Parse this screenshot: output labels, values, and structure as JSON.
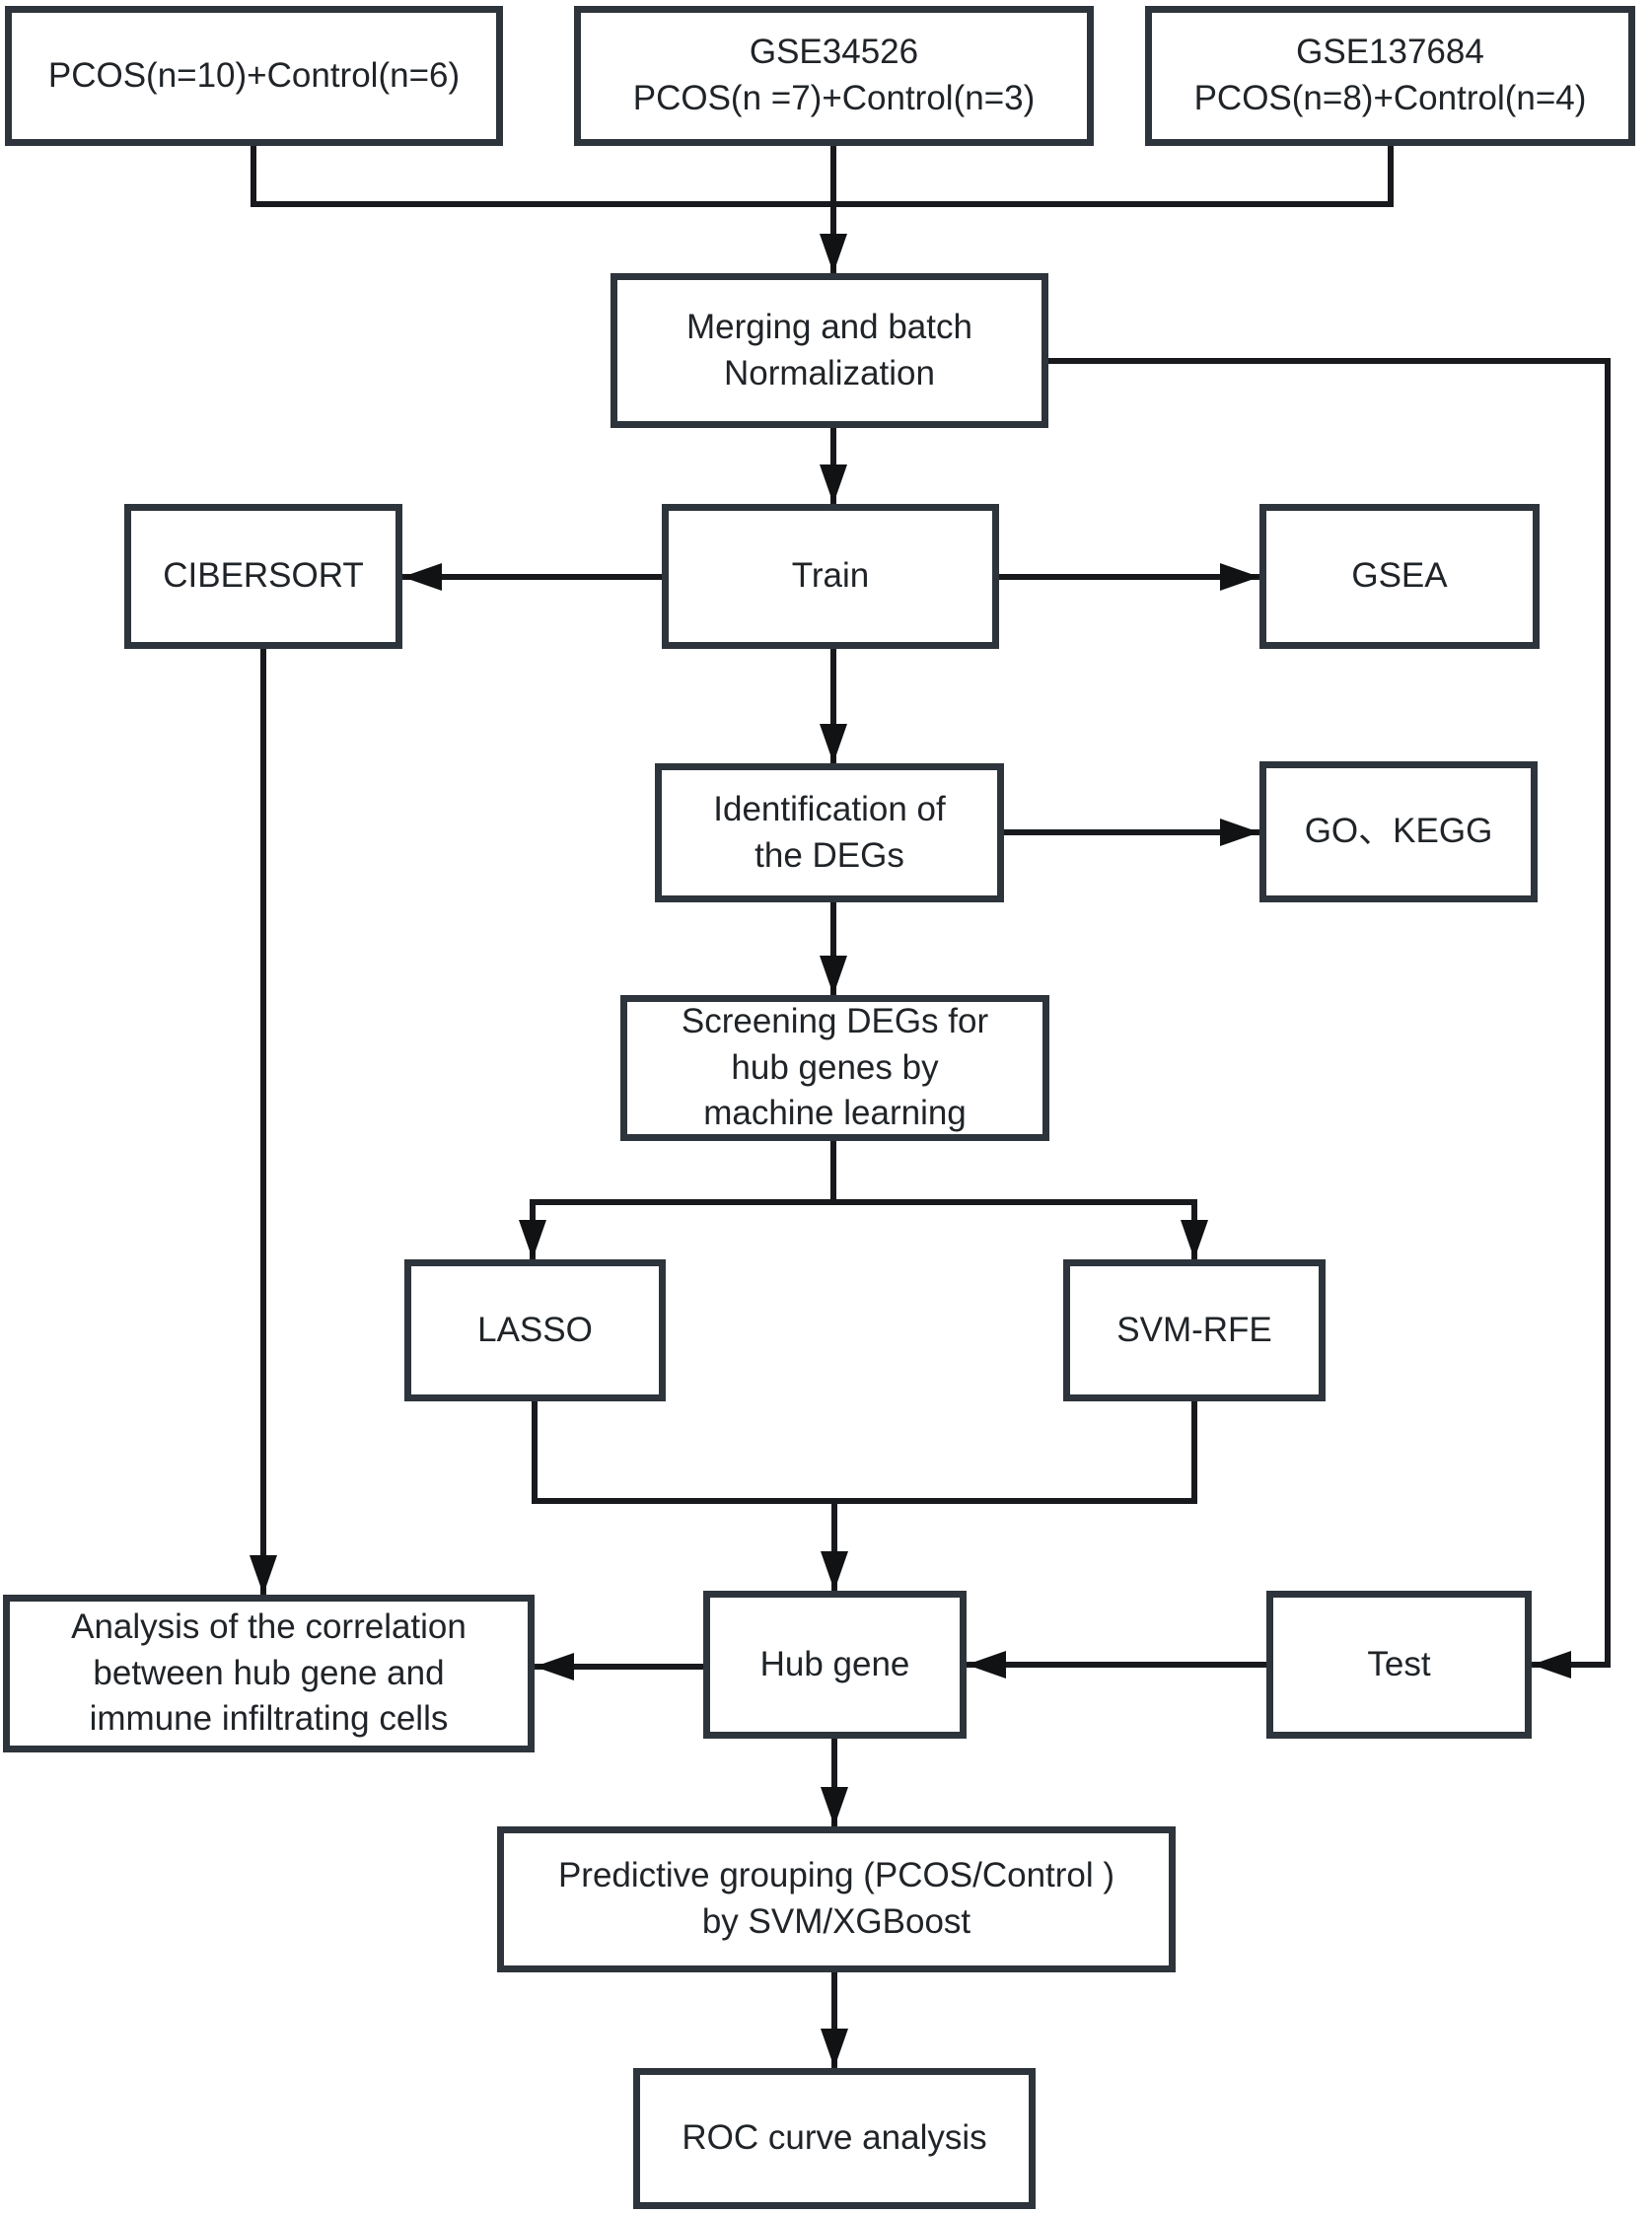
{
  "diagram": {
    "colors": {
      "box_border": "#2d343b",
      "connector_line": "#17191c",
      "text": "#202428",
      "background": "#ffffff"
    },
    "nodes": {
      "dataset_local": {
        "label": "PCOS(n=10)+Control(n=6)"
      },
      "gse34526": {
        "label": "GSE34526\nPCOS(n =7)+Control(n=3)"
      },
      "gse137684": {
        "label": "GSE137684\nPCOS(n=8)+Control(n=4)"
      },
      "merging_normalization": {
        "label": "Merging and batch\nNormalization"
      },
      "cibersort": {
        "label": "CIBERSORT"
      },
      "train": {
        "label": "Train"
      },
      "gsea": {
        "label": "GSEA"
      },
      "identification_degs": {
        "label": "Identification of\nthe DEGs"
      },
      "go_kegg": {
        "label": "GO、KEGG"
      },
      "screening_ml": {
        "label": "Screening DEGs for\nhub genes by\nmachine learning"
      },
      "lasso": {
        "label": "LASSO"
      },
      "svm_rfe": {
        "label": "SVM-RFE"
      },
      "correlation_analysis": {
        "label": "Analysis of the correlation\nbetween hub gene and\nimmune infiltrating cells"
      },
      "hub_gene": {
        "label": "Hub gene"
      },
      "test": {
        "label": "Test"
      },
      "predictive_grouping": {
        "label": "Predictive grouping (PCOS/Control )\nby SVM/XGBoost"
      },
      "roc_analysis": {
        "label": "ROC curve analysis"
      }
    },
    "edges": [
      {
        "from": "dataset_local",
        "to": "merging_normalization"
      },
      {
        "from": "gse34526",
        "to": "merging_normalization"
      },
      {
        "from": "gse137684",
        "to": "merging_normalization"
      },
      {
        "from": "merging_normalization",
        "to": "train"
      },
      {
        "from": "train",
        "to": "cibersort"
      },
      {
        "from": "train",
        "to": "gsea"
      },
      {
        "from": "train",
        "to": "identification_degs"
      },
      {
        "from": "identification_degs",
        "to": "go_kegg"
      },
      {
        "from": "identification_degs",
        "to": "screening_ml"
      },
      {
        "from": "screening_ml",
        "to": "lasso"
      },
      {
        "from": "screening_ml",
        "to": "svm_rfe"
      },
      {
        "from": "lasso",
        "to": "hub_gene"
      },
      {
        "from": "svm_rfe",
        "to": "hub_gene"
      },
      {
        "from": "merging_normalization",
        "to": "test"
      },
      {
        "from": "test",
        "to": "hub_gene"
      },
      {
        "from": "hub_gene",
        "to": "correlation_analysis"
      },
      {
        "from": "cibersort",
        "to": "correlation_analysis"
      },
      {
        "from": "hub_gene",
        "to": "predictive_grouping"
      },
      {
        "from": "predictive_grouping",
        "to": "roc_analysis"
      }
    ]
  }
}
